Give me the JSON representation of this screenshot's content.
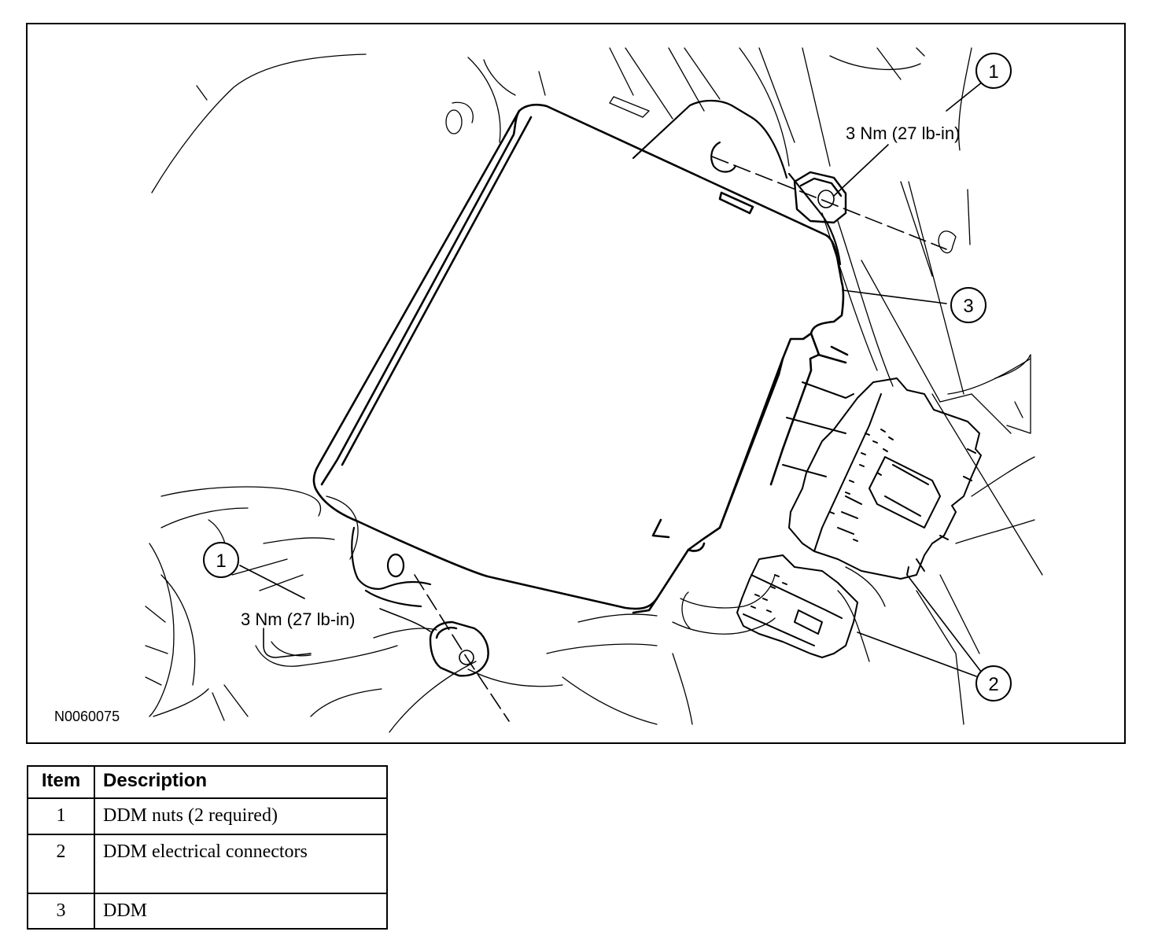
{
  "figure": {
    "id": "N0060075",
    "torque_upper": "3 Nm (27 lb-in)",
    "torque_lower": "3 Nm (27 lb-in)",
    "callouts": {
      "upper_nut": "1",
      "lower_nut": "1",
      "module": "3",
      "connectors": "2"
    }
  },
  "legend": {
    "headers": {
      "item": "Item",
      "description": "Description"
    },
    "rows": [
      {
        "item": "1",
        "description": "DDM nuts (2 required)"
      },
      {
        "item": "2",
        "description": "DDM electrical connectors"
      },
      {
        "item": "3",
        "description": "DDM"
      }
    ]
  }
}
